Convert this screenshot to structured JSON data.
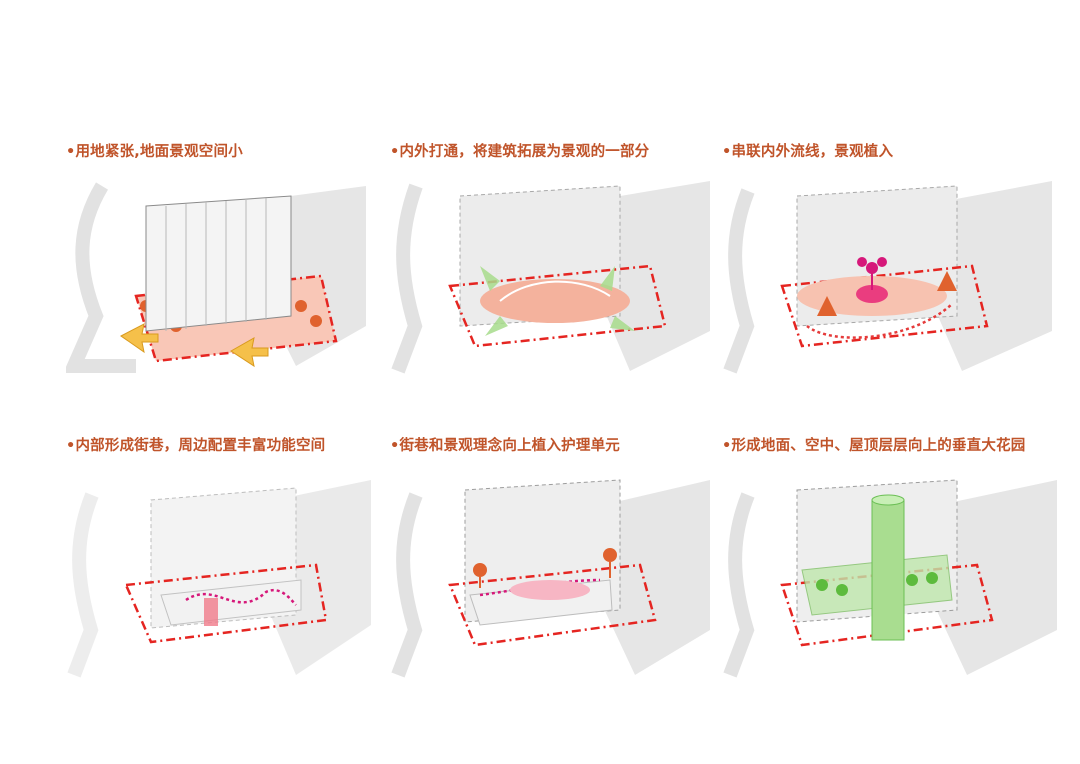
{
  "colors": {
    "caption": "#c0542a",
    "boundary": "#e52521",
    "site_fill": "#f6b9a6",
    "tree": "#e0622e",
    "arrow_yellow": "#f5c04a",
    "green": "#8fd27a",
    "magenta": "#d6187a",
    "gray": "#d4d4d4"
  },
  "panels": [
    {
      "caption": "•用地紧张,地面景观空间小",
      "icons": [
        "building-icon",
        "tree-icon",
        "arrow-icon"
      ]
    },
    {
      "caption": "•内外打通，将建筑拓展为景观的一部分",
      "icons": [
        "building-icon",
        "arrow-icon"
      ]
    },
    {
      "caption": "•串联内外流线，景观植入",
      "icons": [
        "building-icon",
        "tree-icon",
        "flower-icon"
      ]
    },
    {
      "caption": "•内部形成街巷，周边配置丰富功能空间",
      "icons": [
        "building-icon",
        "path-icon"
      ]
    },
    {
      "caption": "•街巷和景观理念向上植入护理单元",
      "icons": [
        "building-icon",
        "tree-icon"
      ]
    },
    {
      "caption": "•形成地面、空中、屋顶层层向上的垂直大花园",
      "icons": [
        "building-icon",
        "tree-icon",
        "tower-icon"
      ]
    }
  ]
}
